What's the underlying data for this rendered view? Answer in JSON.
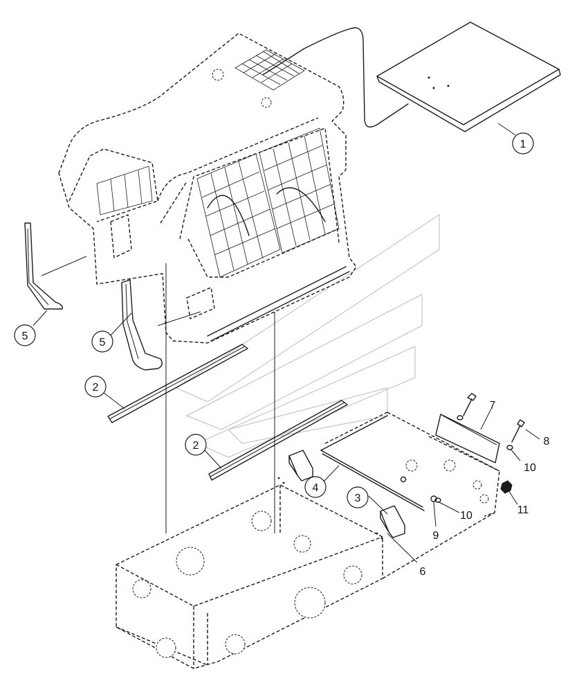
{
  "diagram": {
    "type": "exploded-parts-diagram",
    "callouts": [
      {
        "id": "c1",
        "label": "1",
        "circled": true
      },
      {
        "id": "c2a",
        "label": "2",
        "circled": true
      },
      {
        "id": "c2b",
        "label": "2",
        "circled": true
      },
      {
        "id": "c3",
        "label": "3",
        "circled": true
      },
      {
        "id": "c4",
        "label": "4",
        "circled": true
      },
      {
        "id": "c5a",
        "label": "5",
        "circled": true
      },
      {
        "id": "c5b",
        "label": "5",
        "circled": true
      },
      {
        "id": "c6",
        "label": "6",
        "circled": false
      },
      {
        "id": "c7",
        "label": "7",
        "circled": false
      },
      {
        "id": "c8",
        "label": "8",
        "circled": false
      },
      {
        "id": "c9",
        "label": "9",
        "circled": false
      },
      {
        "id": "c10a",
        "label": "10",
        "circled": false
      },
      {
        "id": "c10b",
        "label": "10",
        "circled": false
      },
      {
        "id": "c11",
        "label": "11",
        "circled": false
      }
    ],
    "colors": {
      "line": "#1a1a1a",
      "watermark": "#c9c9c9",
      "background": "#ffffff"
    }
  }
}
